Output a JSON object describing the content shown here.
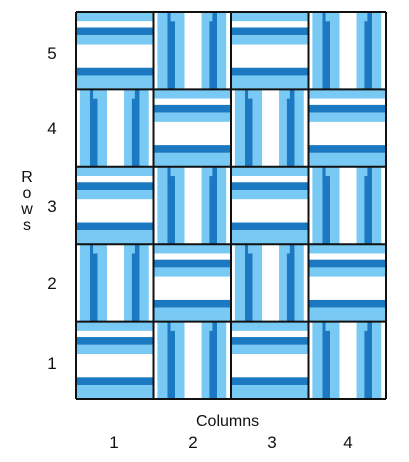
{
  "x_axis": {
    "title": "Columns",
    "labels": [
      "1",
      "2",
      "3",
      "4"
    ]
  },
  "y_axis": {
    "title": "Rows",
    "labels": [
      "1",
      "2",
      "3",
      "4",
      "5"
    ]
  },
  "colors": {
    "dark": "#1a79c1",
    "light": "#78c9f3",
    "white": "#ffffff",
    "border": "#111111"
  },
  "grid": {
    "columns": 4,
    "rows": 5,
    "patterns_by_row_bottom_to_top": [
      [
        "horizontal",
        "vertical",
        "horizontal",
        "vertical"
      ],
      [
        "vertical",
        "horizontal",
        "vertical",
        "horizontal"
      ],
      [
        "horizontal",
        "vertical",
        "horizontal",
        "vertical"
      ],
      [
        "vertical",
        "horizontal",
        "vertical",
        "horizontal"
      ],
      [
        "horizontal",
        "vertical",
        "horizontal",
        "vertical"
      ]
    ]
  }
}
